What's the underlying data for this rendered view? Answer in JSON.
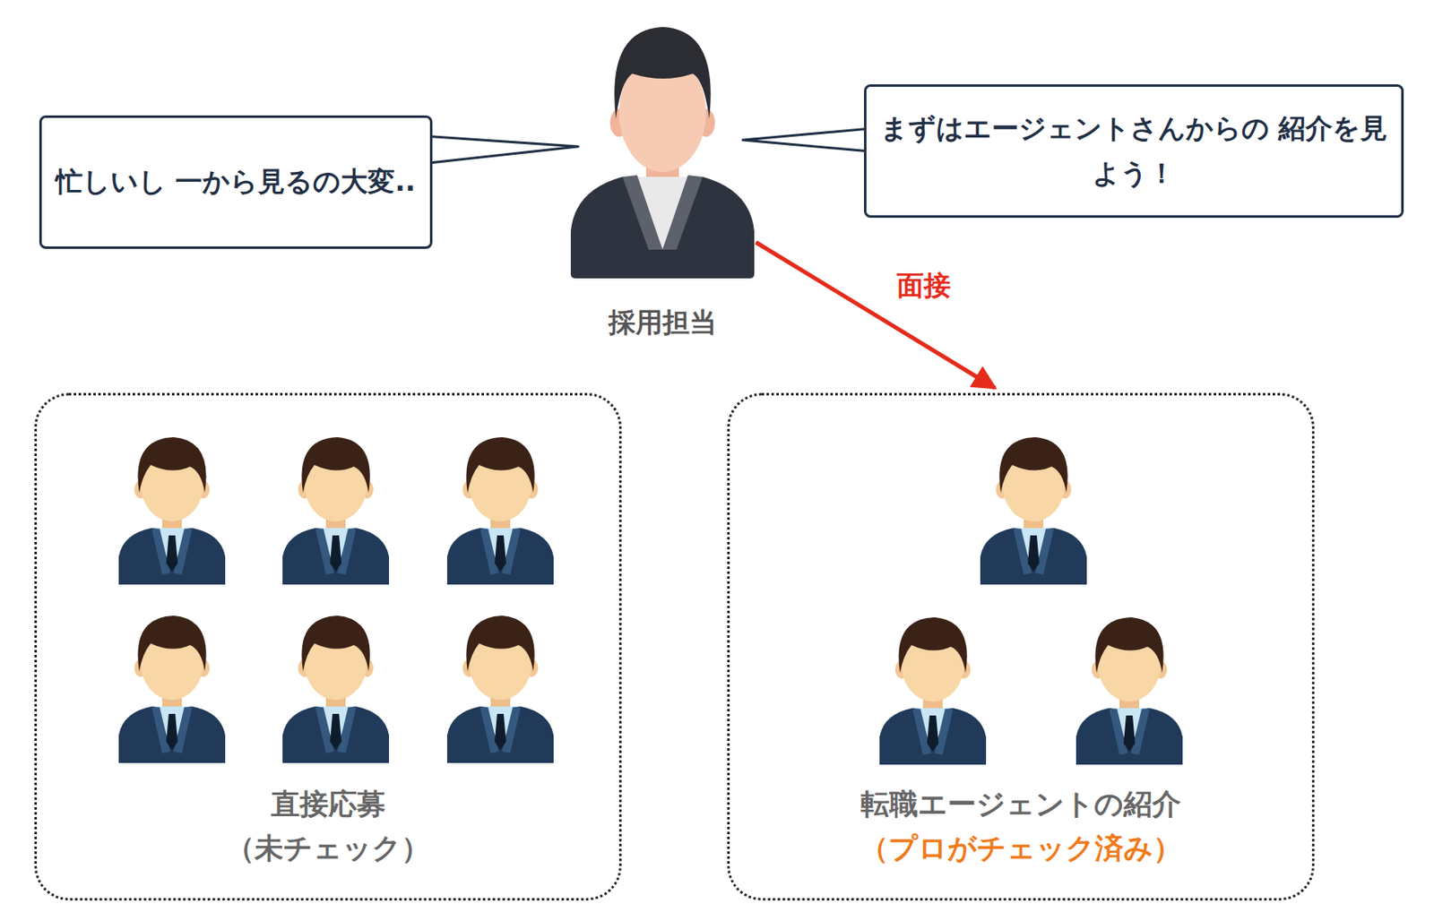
{
  "diagram": {
    "nodes": [
      {
        "text": [
          "忙しいし 一から見るの大変.."
        ]
      },
      {
        "text": [
          "採用担当"
        ]
      },
      {
        "text": [
          "まずはエージェントさんからの 紹介を見よう！"
        ]
      },
      {
        "text": [
          "直接応募",
          "（未チェック）"
        ]
      },
      {
        "text": [
          "転職エージェントの紹介",
          "（プロがチェック済み）"
        ]
      }
    ],
    "edges": [
      {
        "from": 1,
        "to": 4,
        "label": "面接",
        "arrow": "to"
      }
    ]
  }
}
